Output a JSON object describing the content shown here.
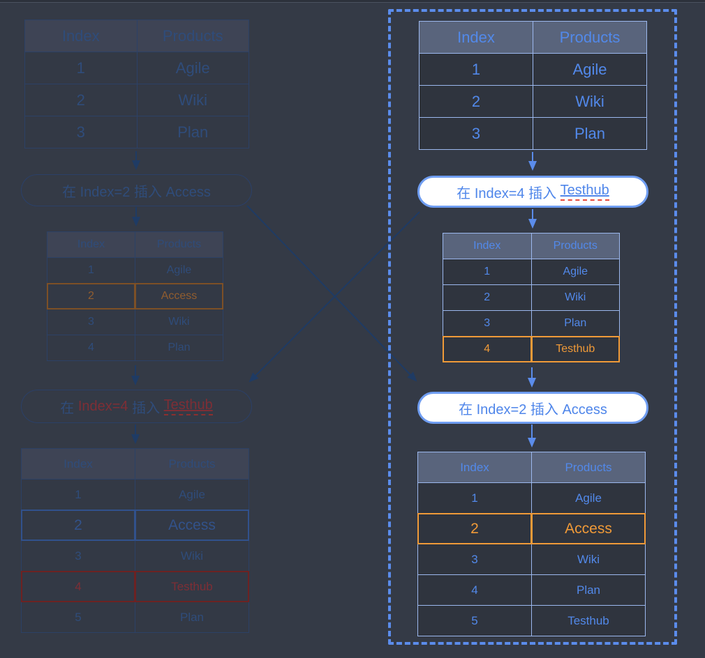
{
  "page": {
    "background": "#343a46",
    "accent_blue": "#5b8ceb",
    "accent_orange": "#f09a38",
    "muted_navy": "#2f4c7a",
    "spellcheck_red": "#e8493c"
  },
  "left_flow": {
    "initial_table": {
      "headers": [
        "Index",
        "Products"
      ],
      "rows": [
        [
          "1",
          "Agile"
        ],
        [
          "2",
          "Wiki"
        ],
        [
          "3",
          "Plan"
        ]
      ]
    },
    "step1_pill": {
      "text": "在 Index=2 插入 Access"
    },
    "after_step1_table": {
      "headers": [
        "Index",
        "Products"
      ],
      "rows": [
        [
          "1",
          "Agile"
        ],
        [
          "2",
          "Access"
        ],
        [
          "3",
          "Wiki"
        ],
        [
          "4",
          "Plan"
        ]
      ],
      "highlights": [
        {
          "row": 2,
          "border": "#7d5026",
          "text": "#915d2f"
        }
      ]
    },
    "step2_pill": {
      "parts": [
        {
          "text": "在 "
        },
        {
          "text": "Index=4"
        },
        {
          "text": " 插入 "
        },
        {
          "text": "Testhub"
        }
      ]
    },
    "after_step2_table": {
      "headers": [
        "Index",
        "Products"
      ],
      "rows": [
        [
          "1",
          "Agile"
        ],
        [
          "2",
          "Access"
        ],
        [
          "3",
          "Wiki"
        ],
        [
          "4",
          "Testhub"
        ],
        [
          "5",
          "Plan"
        ]
      ],
      "highlights": [
        {
          "row": 2,
          "border": "#31518c",
          "text": "#32528a",
          "large": true
        },
        {
          "row": 4,
          "border": "#6d2222",
          "text": "#7e2e35"
        }
      ]
    }
  },
  "right_flow": {
    "initial_table": {
      "headers": [
        "Index",
        "Products"
      ],
      "rows": [
        [
          "1",
          "Agile"
        ],
        [
          "2",
          "Wiki"
        ],
        [
          "3",
          "Plan"
        ]
      ]
    },
    "step1_pill": {
      "parts": [
        {
          "text": "在 Index=4 插入 "
        },
        {
          "text": "Testhub"
        }
      ]
    },
    "after_step1_table": {
      "headers": [
        "Index",
        "Products"
      ],
      "rows": [
        [
          "1",
          "Agile"
        ],
        [
          "2",
          "Wiki"
        ],
        [
          "3",
          "Plan"
        ],
        [
          "4",
          "Testhub"
        ]
      ],
      "highlights": [
        {
          "row": 4,
          "border": "#f09a38",
          "text": "#f09a38"
        }
      ]
    },
    "step2_pill": {
      "text": "在 Index=2 插入 Access"
    },
    "after_step2_table": {
      "headers": [
        "Index",
        "Products"
      ],
      "rows": [
        [
          "1",
          "Agile"
        ],
        [
          "2",
          "Access"
        ],
        [
          "3",
          "Wiki"
        ],
        [
          "4",
          "Plan"
        ],
        [
          "5",
          "Testhub"
        ]
      ],
      "highlights": [
        {
          "row": 2,
          "border": "#f09a38",
          "text": "#f09a38",
          "large": true
        }
      ]
    }
  }
}
